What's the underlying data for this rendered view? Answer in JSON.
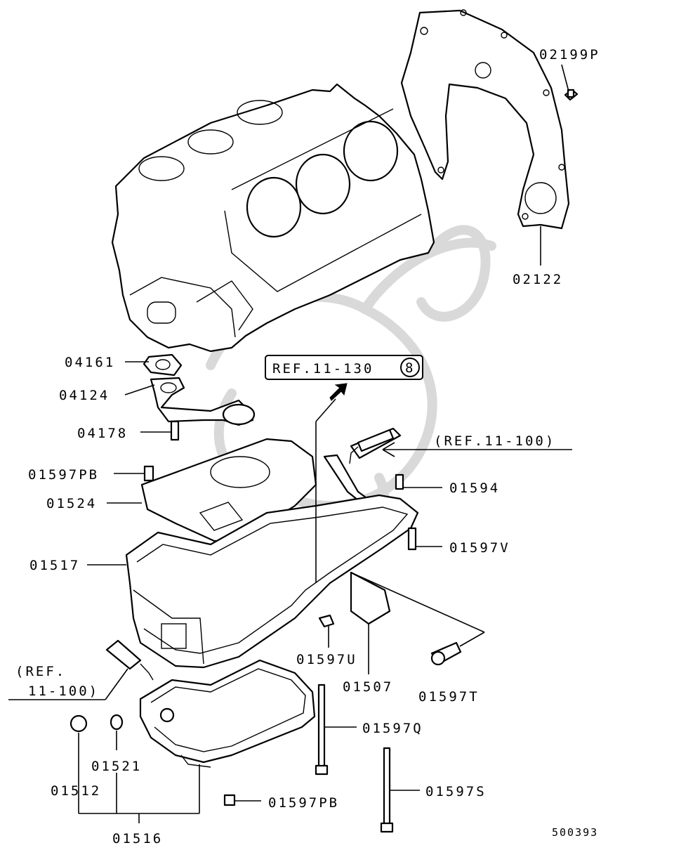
{
  "diagram_id": "500393",
  "reference_box": {
    "text": "REF.11-130",
    "circled": "8"
  },
  "references": {
    "upper": "(REF.11-100)",
    "lower_line1": "(REF.",
    "lower_line2": "11-100)"
  },
  "callouts": {
    "p02199P": "02199P",
    "p02122": "02122",
    "p04161": "04161",
    "p04124": "04124",
    "p04178": "04178",
    "p01597PB_upper": "01597PB",
    "p01524": "01524",
    "p01517": "01517",
    "p01594": "01594",
    "p01597V": "01597V",
    "p01597U": "01597U",
    "p01507": "01507",
    "p01597T": "01597T",
    "p01597Q": "01597Q",
    "p01521": "01521",
    "p01512": "01512",
    "p01597PB_lower": "01597PB",
    "p01597S": "01597S",
    "p01516": "01516"
  },
  "colors": {
    "ink": "#000000",
    "watermark": "#d9d9d9",
    "background": "#ffffff"
  }
}
